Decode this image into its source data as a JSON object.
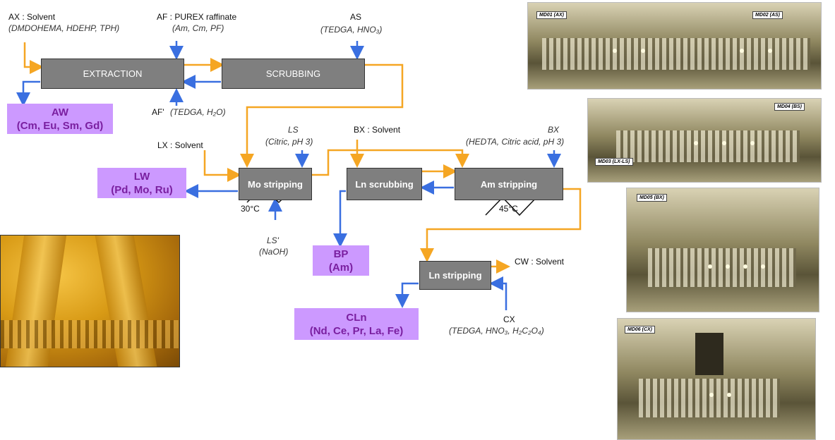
{
  "streams": {
    "ax": {
      "label": "AX : Solvent",
      "detail": "(DMDOHEMA, HDEHP, TPH)"
    },
    "af": {
      "label": "AF : PUREX raffinate",
      "detail": "(Am, Cm, PF)"
    },
    "as": {
      "label": "AS",
      "detail": "(TEDGA, HNO₃)"
    },
    "afp": {
      "label": "AF'",
      "detail": "(TEDGA, H₂O)"
    },
    "lx": {
      "label": "LX : Solvent"
    },
    "ls": {
      "label": "LS",
      "detail": "(Citric, pH 3)"
    },
    "lsp": {
      "label": "LS'",
      "detail": "(NaOH)"
    },
    "bx_solvent": {
      "label": "BX : Solvent"
    },
    "bx": {
      "label": "BX",
      "detail": "(HEDTA, Citric acid, pH 3)"
    },
    "cw": {
      "label": "CW : Solvent"
    },
    "cx": {
      "label": "CX",
      "detail": "(TEDGA, HNO₃, H₂C₂O₄)"
    }
  },
  "units": {
    "extraction": "EXTRACTION",
    "scrubbing": "SCRUBBING",
    "mo_stripping": "Mo stripping",
    "ln_scrubbing": "Ln scrubbing",
    "am_stripping": "Am stripping",
    "ln_stripping": "Ln stripping"
  },
  "temperatures": {
    "mo": "30°C",
    "am": "45°C"
  },
  "outputs": {
    "aw": {
      "name": "AW",
      "contents": "(Cm, Eu, Sm, Gd)"
    },
    "lw": {
      "name": "LW",
      "contents": "(Pd, Mo, Ru)"
    },
    "bp": {
      "name": "BP",
      "contents": "(Am)"
    },
    "cln": {
      "name": "CLn",
      "contents": "(Nd, Ce, Pr, La, Fe)"
    }
  },
  "photos": {
    "p1": {
      "tag_left": "MD01 (AX)",
      "tag_right": "MD02 (AS)"
    },
    "p2": {
      "tag_left": "MD03 (LX-LS)",
      "tag_right": "MD04 (BS)"
    },
    "p3": {
      "tag_left": "MD05 (BX)"
    },
    "p4": {
      "tag_left": "MD06 (CX)"
    }
  },
  "colors": {
    "organic": "#f5a623",
    "aqueous": "#3a6fe0",
    "output_fill": "#cc99ff",
    "output_text": "#7a1fa0",
    "unit_fill": "#7f7f7f"
  }
}
